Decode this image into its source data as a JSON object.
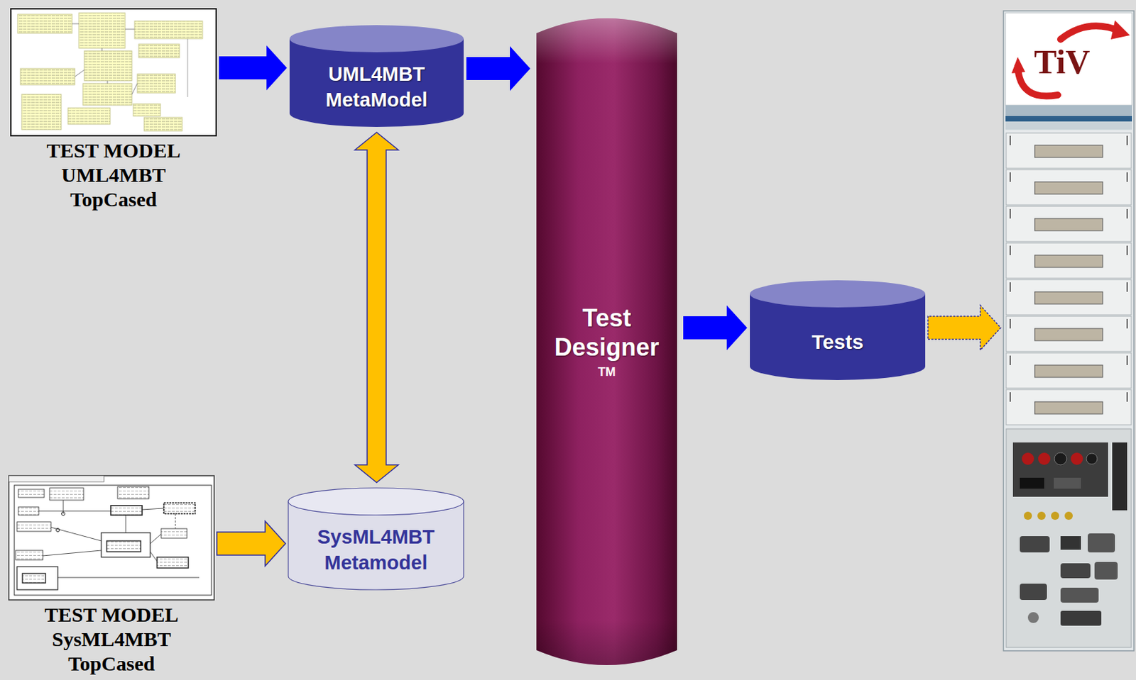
{
  "diagram": {
    "nodes": [
      {
        "text": [
          "TEST MODEL UML4MBT TopCased"
        ]
      },
      {
        "text": [
          "UML4MBT MetaModel"
        ]
      },
      {
        "text": [
          "Test Designer",
          "TM"
        ]
      },
      {
        "text": [
          "Tests"
        ]
      },
      {
        "text": [
          "TiV"
        ]
      },
      {
        "text": [
          "SysML4MBT Metamodel"
        ]
      },
      {
        "text": [
          "TEST MODEL SysML4MBT TopCased"
        ]
      }
    ],
    "edges": [
      {
        "from": 0,
        "to": 1,
        "arrow": "to"
      },
      {
        "from": 1,
        "to": 2,
        "arrow": "to"
      },
      {
        "from": 1,
        "to": 5,
        "arrow": "both"
      },
      {
        "from": 2,
        "to": 3,
        "arrow": "to"
      },
      {
        "from": 3,
        "to": 4,
        "arrow": "to"
      },
      {
        "from": 6,
        "to": 5,
        "arrow": "to"
      }
    ]
  }
}
